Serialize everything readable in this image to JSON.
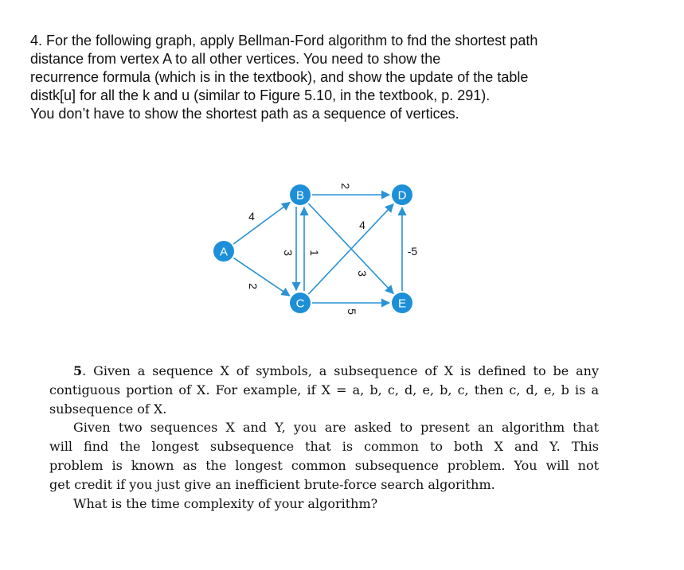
{
  "question4": {
    "lines": [
      "4. For the following graph, apply Bellman-Ford algorithm to fnd the shortest path",
      "distance from vertex A to all other vertices. You need to show the",
      "recurrence formula (which is in the textbook), and show the update of the table",
      "distk[u] for all the k and u (similar to Figure 5.10, in the textbook, p. 291).",
      "You don’t have to show the shortest path as a sequence of vertices."
    ]
  },
  "graph": {
    "node_color": "#1d8fd8",
    "edge_color": "#2a93d5",
    "vertices": [
      "A",
      "B",
      "C",
      "D",
      "E"
    ],
    "edges": [
      {
        "from": "A",
        "to": "B",
        "weight": "4"
      },
      {
        "from": "A",
        "to": "C",
        "weight": "2"
      },
      {
        "from": "B",
        "to": "D",
        "weight": "2"
      },
      {
        "from": "B",
        "to": "C",
        "weight": "3"
      },
      {
        "from": "C",
        "to": "B",
        "weight": "1"
      },
      {
        "from": "C",
        "to": "D",
        "weight": "4"
      },
      {
        "from": "B",
        "to": "E",
        "weight": "3"
      },
      {
        "from": "C",
        "to": "E",
        "weight": "5"
      },
      {
        "from": "E",
        "to": "D",
        "weight": "-5"
      }
    ]
  },
  "question5": {
    "number": "5",
    "p1_line1_rest": ". Given a sequence X of symbols, a subsequence of X is defined to be any",
    "p1_line2": "contiguous portion of X. For example, if X = a, b, c, d, e, b, c, then c, d, e, b is a",
    "p1_line3": "subsequence of X.",
    "p2_line1": "Given two sequences X and Y, you are asked to present an algorithm that",
    "p2_line2": "will find the longest subsequence that is common to both X and Y.  This",
    "p2_line3": "problem is known as the longest common subsequence problem. You will not",
    "p2_line4": "get credit if you just give an inefficient brute-force search algorithm.",
    "p3_line1": "What is the time complexity of your algorithm?"
  }
}
